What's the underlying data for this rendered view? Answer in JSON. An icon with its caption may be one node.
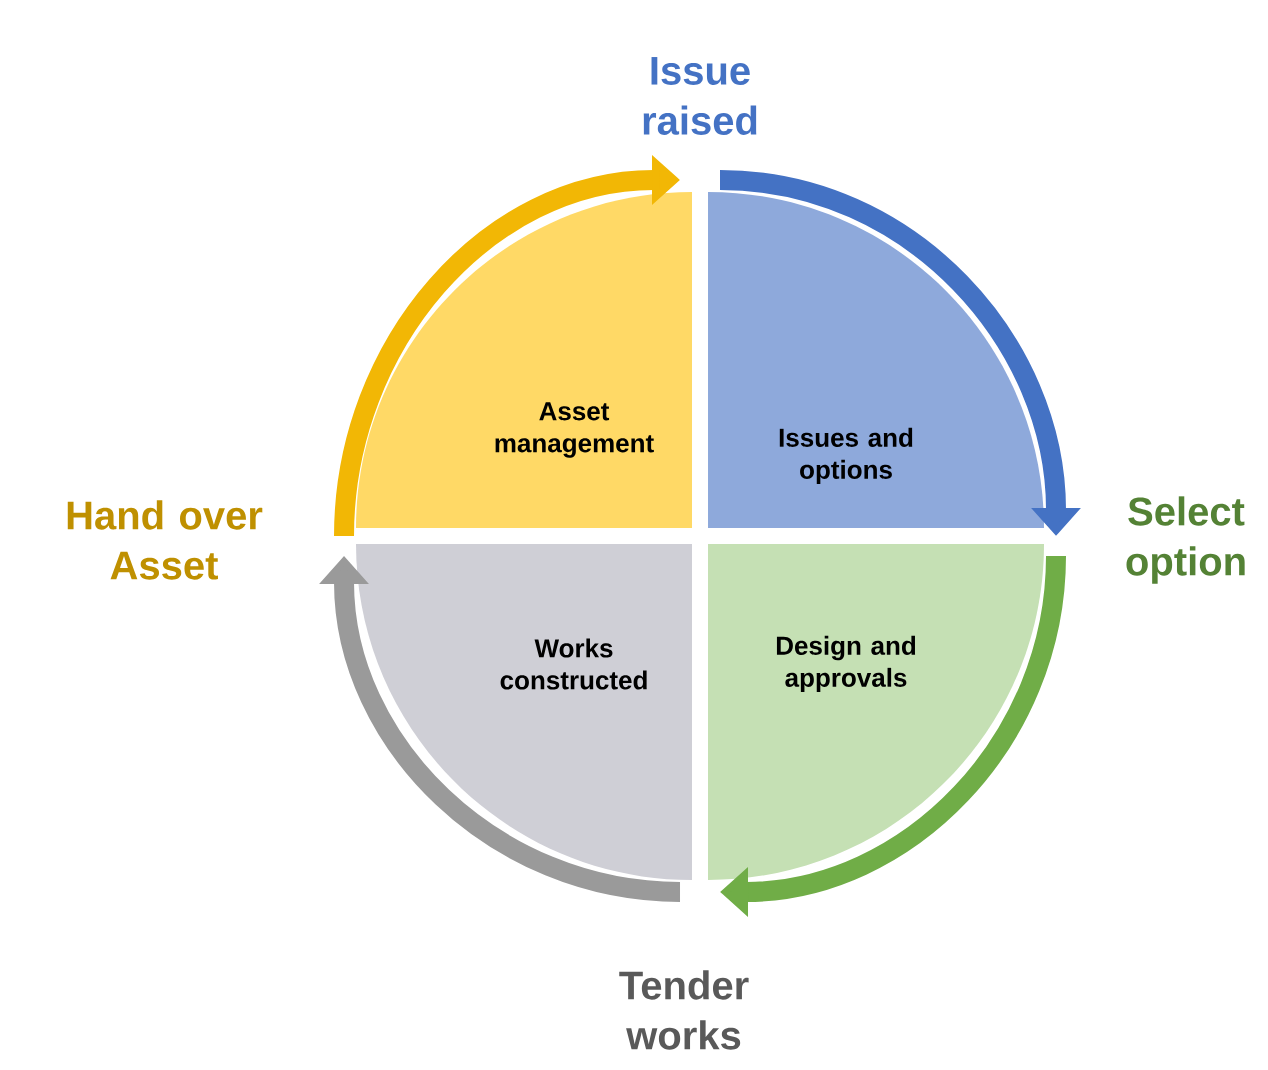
{
  "diagram": {
    "nodes": [
      {
        "text": [
          "Asset management"
        ]
      },
      {
        "text": [
          "Issues and options"
        ]
      },
      {
        "text": [
          "Works constructed"
        ]
      },
      {
        "text": [
          "Design and approvals"
        ]
      },
      {
        "text": [
          "Issue raised"
        ]
      },
      {
        "text": [
          "Hand over Asset"
        ]
      },
      {
        "text": [
          "Select option"
        ]
      },
      {
        "text": [
          "Tender works"
        ]
      }
    ]
  }
}
